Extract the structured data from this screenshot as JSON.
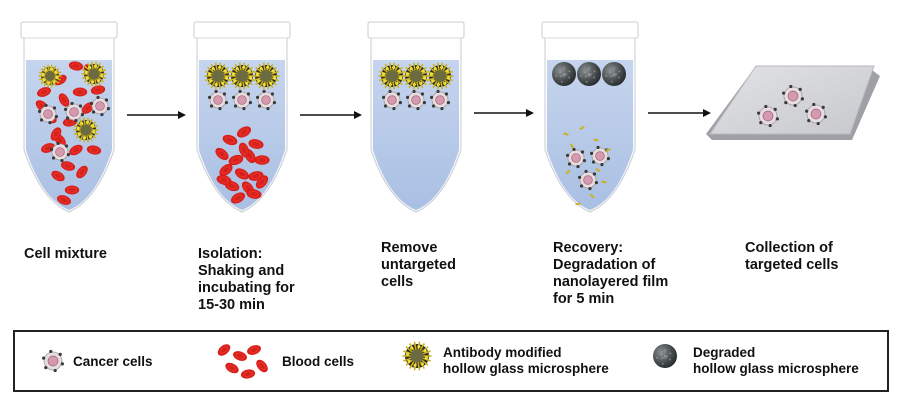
{
  "steps": [
    {
      "label": "Cell mixture"
    },
    {
      "label": "Isolation:\nShaking and\nincubating for\n15-30 min"
    },
    {
      "label": "Remove\nuntargeted\ncells"
    },
    {
      "label": "Recovery:\nDegradation of\nnanolayered film\nfor 5 min"
    },
    {
      "label": "Collection of\ntargeted cells"
    }
  ],
  "legend": {
    "cancer": "Cancer cells",
    "blood": "Blood cells",
    "antibody": "Antibody modified\nhollow glass microsphere",
    "degraded": "Degraded\nhollow glass microsphere"
  },
  "colors": {
    "liquid": "#b7c9e8",
    "blood": "#e01515",
    "microsphere_yellow": "#c9b21e",
    "microsphere_dark": "#3f4446",
    "cancer_outer": "#e6dde0",
    "cancer_inner": "#d59aae",
    "slide": "#d3d4d7"
  }
}
